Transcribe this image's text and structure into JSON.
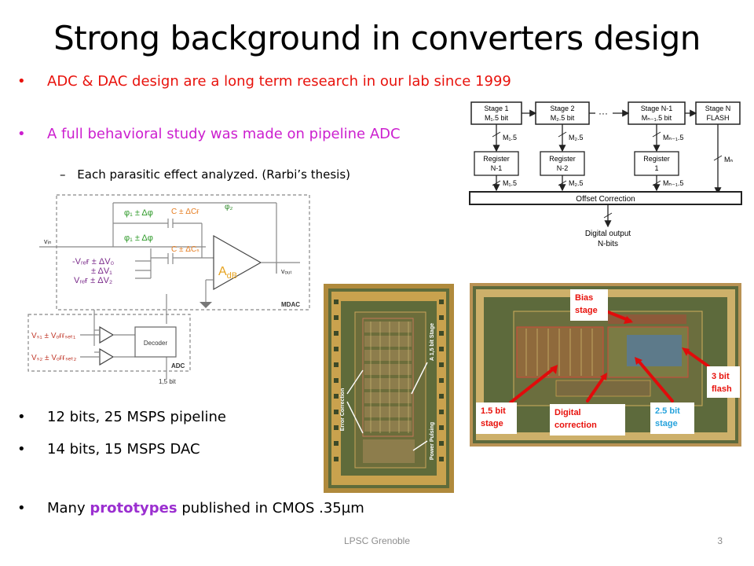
{
  "slide": {
    "title": "Strong background in converters design",
    "bullets": [
      {
        "text": "ADC & DAC design are a long term research in our lab since 1999"
      },
      {
        "text": "A full behavioral study was made on pipeline ADC"
      },
      {
        "text": "12 bits, 25 MSPS pipeline"
      },
      {
        "text": "14 bits, 15 MSPS DAC"
      },
      {
        "before": "Many ",
        "highlight": "prototypes",
        "after": " published in CMOS .35µm"
      }
    ],
    "sub_bullet": {
      "dash": "–",
      "text": "Each parasitic effect analyzed. (Rarbi’s thesis)"
    },
    "footer": {
      "center": "LPSC Grenoble",
      "page": "3"
    },
    "colors": {
      "red": "#e8120c",
      "magenta": "#cc1fcf",
      "purple": "#9b2fd0",
      "green": "#3fa33a",
      "orange": "#e67e22"
    }
  },
  "pipeline_diagram": {
    "stages": [
      {
        "l1": "Stage 1",
        "l2": "M₁.5 bit"
      },
      {
        "l1": "Stage 2",
        "l2": "M₂.5 bit"
      },
      {
        "l1": "Stage N-1",
        "l2": "Mₙ₋₁.5 bit"
      },
      {
        "l1": "Stage N",
        "l2": "FLASH"
      }
    ],
    "ellipsis": "···",
    "bus_labels": [
      "M₁.5",
      "M₂.5",
      "Mₙ₋₁.5",
      "Mₙ"
    ],
    "registers": [
      {
        "l1": "Register",
        "l2": "N-1"
      },
      {
        "l1": "Register",
        "l2": "N-2"
      },
      {
        "l1": "Register",
        "l2": "1"
      }
    ],
    "reg_out_labels": [
      "M₁.5",
      "M₂.5",
      "Mₙ₋₁.5"
    ],
    "offset_correction": "Offset Correction",
    "output_l1": "Digital output",
    "output_l2": "N-bits"
  },
  "mdac_diagram": {
    "vin": "vᵢₙ",
    "vout": "vₒᵤₜ",
    "phi2": "φ₂",
    "phi_a": "φ₁ ± Δφ",
    "phi_b": "φ₁ ± Δφ",
    "cf": "C ± ΔCғ",
    "cs": "C ± ΔCₛ",
    "vrefs": [
      "-Vᵣₑғ ± ΔV₀",
      "± ΔV₁",
      "Vᵣₑғ ± ΔV₂"
    ],
    "gain": "A",
    "gain_sub": "dB",
    "mdac_label": "MDAC",
    "adc_label": "ADC",
    "decoder": "Decoder",
    "vs1": "Vₛ₁ ± Vₒғғₛₑₜ₁",
    "vs2": "Vₛ₂ ± Vₒғғₛₑₜ₂",
    "out_bits": "1,5 bit"
  },
  "chip_photo_left": {
    "label_error": "Error Correction",
    "label_stage": "A 1,5 bit Stage",
    "label_power": "Power Pulsing"
  },
  "chip_photo_right": {
    "bias": [
      "Bias",
      "stage"
    ],
    "flash": [
      "3 bit",
      "flash"
    ],
    "stage15": [
      "1.5 bit",
      "stage"
    ],
    "digital": [
      "Digital",
      "correction"
    ],
    "stage25": [
      "2.5 bit",
      "stage"
    ]
  }
}
